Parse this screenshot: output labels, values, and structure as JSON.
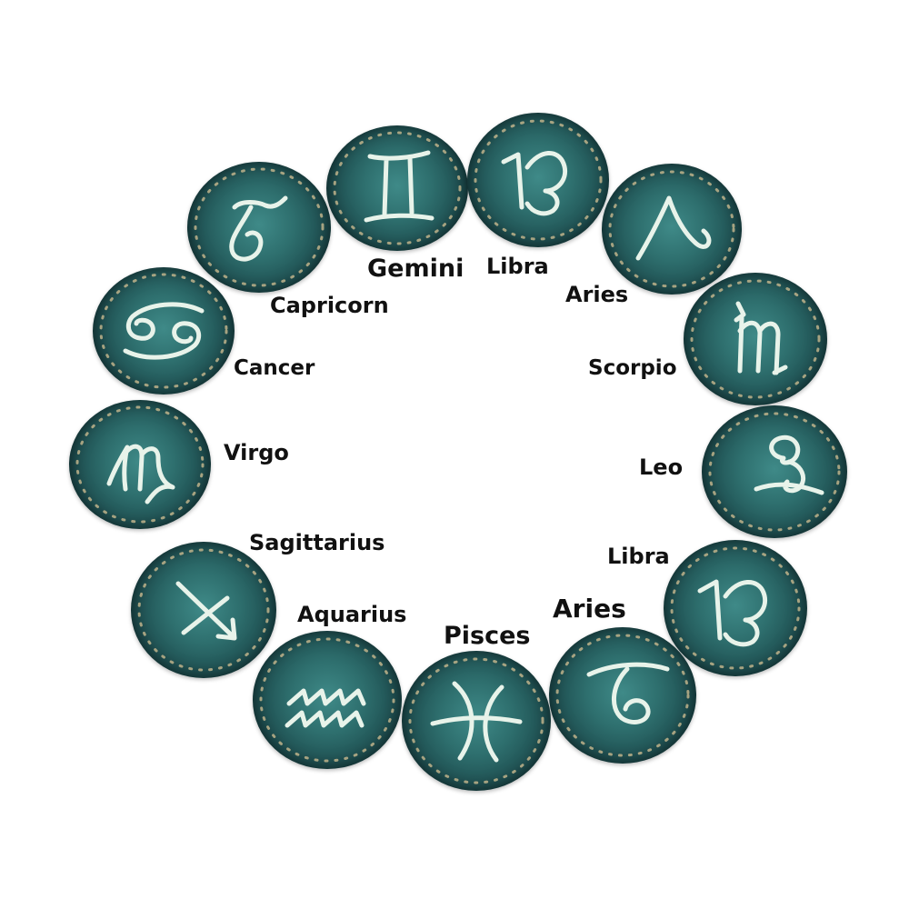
{
  "colors": {
    "stone_center": "#3f8a88",
    "stone_edge": "#0f2a2c",
    "glyph": "#e8f3ea",
    "star_ring": "#c9b98f",
    "label_text": "#111111",
    "background": "#ffffff"
  },
  "labels": {
    "gemini": "Gemini",
    "libra_top": "Libra",
    "aries_top": "Aries",
    "capricorn": "Capricorn",
    "cancer": "Cancer",
    "scorpio": "Scorpio",
    "virgo": "Virgo",
    "leo": "Leo",
    "sagittarius": "Sagittarius",
    "libra_bottom": "Libra",
    "aquarius": "Aquarius",
    "aries_bottom": "Aries",
    "pisces": "Pisces"
  },
  "stones": [
    {
      "icon": "capricorn-symbol-icon"
    },
    {
      "icon": "gemini-symbol-icon"
    },
    {
      "icon": "capricorn-alt-symbol-icon"
    },
    {
      "icon": "aries-symbol-icon"
    },
    {
      "icon": "scorpio-symbol-icon"
    },
    {
      "icon": "leo-symbol-icon"
    },
    {
      "icon": "capricorn-alt-symbol-icon"
    },
    {
      "icon": "leo-alt-symbol-icon"
    },
    {
      "icon": "pisces-symbol-icon"
    },
    {
      "icon": "aquarius-symbol-icon"
    },
    {
      "icon": "sagittarius-symbol-icon"
    },
    {
      "icon": "virgo-symbol-icon"
    },
    {
      "icon": "cancer-symbol-icon"
    }
  ]
}
